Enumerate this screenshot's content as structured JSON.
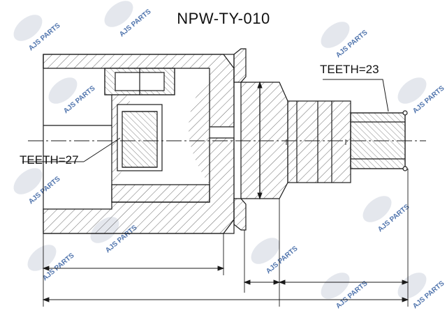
{
  "title": "NPW-TY-010",
  "callouts": {
    "left_spline": "TEETH=27",
    "right_spline": "TEETH=23"
  },
  "watermark": "AJS PARTS",
  "colors": {
    "outline": "#1a1a1a",
    "hatch": "#333333",
    "watermark_blue": "#2f5a9e",
    "watermark_light": "#dfe3ea"
  }
}
